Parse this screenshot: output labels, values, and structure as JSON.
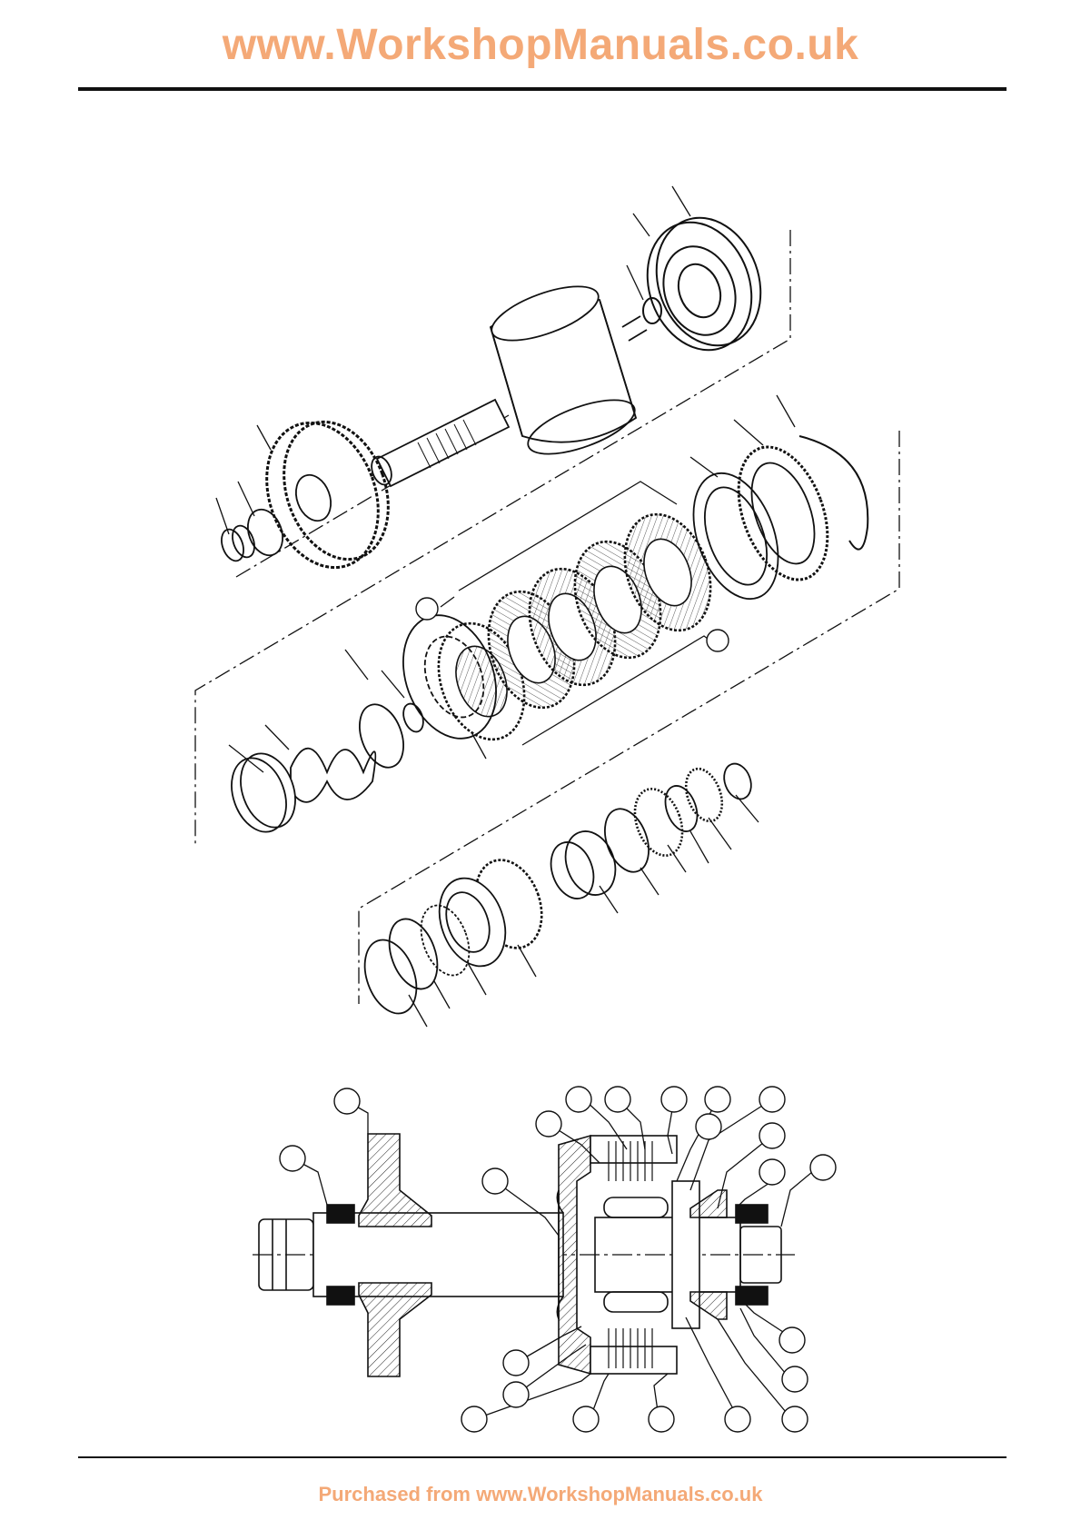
{
  "header": {
    "title": "www.WorkshopManuals.co.uk"
  },
  "footer": {
    "text": "Purchased from www.WorkshopManuals.co.uk"
  },
  "colors": {
    "watermark": "#f4a977",
    "line": "#111111"
  },
  "figure": {
    "exploded_view": "exploded-clutch-assembly",
    "section_view": "clutch-assembly-cross-section"
  }
}
